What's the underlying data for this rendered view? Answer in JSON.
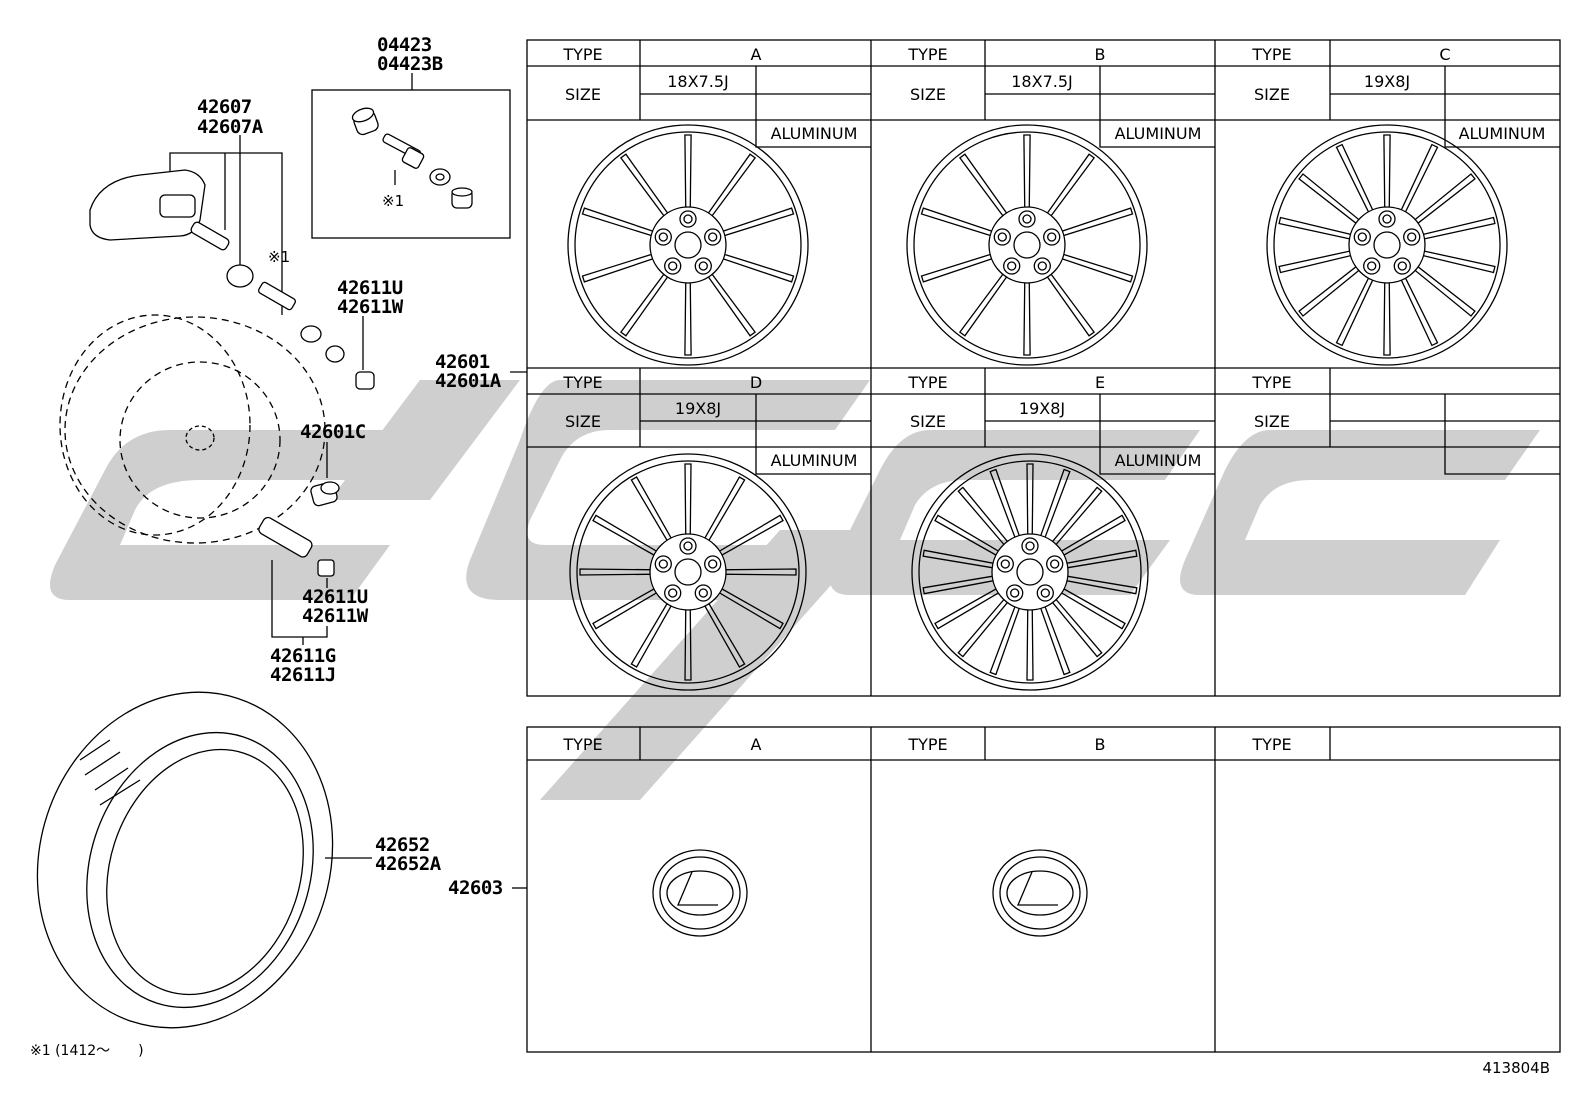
{
  "parts": {
    "valve_set": [
      "04423",
      "04423B"
    ],
    "tpms_sensor": [
      "42607",
      "42607A"
    ],
    "valve_cap_1": [
      "42611U",
      "42611W"
    ],
    "cap_nut": "42601C",
    "valve_cap_2": [
      "42611U",
      "42611W"
    ],
    "valve_stem": [
      "42611G",
      "42611J"
    ],
    "tire": [
      "42652",
      "42652A"
    ],
    "disc_wheel": [
      "42601",
      "42601A"
    ],
    "ornament": "42603"
  },
  "note_mark": "※1",
  "footnote": "※1 (1412～　　)",
  "diagram_id": "413804B",
  "labels": {
    "type": "TYPE",
    "size": "SIZE",
    "material": "ALUMINUM"
  },
  "wheels": [
    {
      "type": "A",
      "size": "18X7.5J",
      "material": "ALUMINUM"
    },
    {
      "type": "B",
      "size": "18X7.5J",
      "material": "ALUMINUM"
    },
    {
      "type": "C",
      "size": "19X8J",
      "material": "ALUMINUM"
    },
    {
      "type": "D",
      "size": "19X8J",
      "material": "ALUMINUM"
    },
    {
      "type": "E",
      "size": "19X8J",
      "material": "ALUMINUM"
    },
    {
      "type": "",
      "size": "",
      "material": ""
    }
  ],
  "ornaments": [
    {
      "type": "A"
    },
    {
      "type": "B"
    },
    {
      "type": ""
    }
  ]
}
